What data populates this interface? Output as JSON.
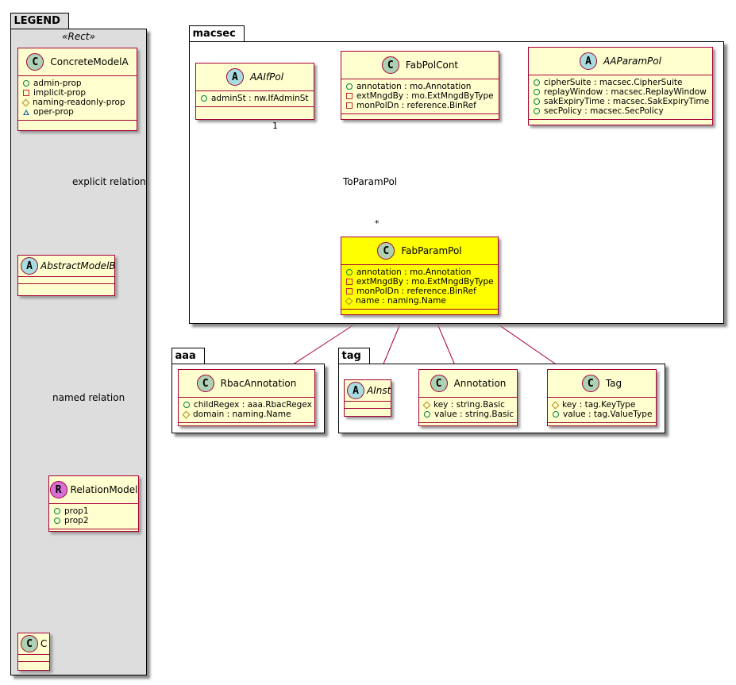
{
  "colors": {
    "border": "#a80036",
    "class_fill": "#fefece",
    "highlight_fill": "#ffff00",
    "legend_bg": "#dddddd"
  },
  "legend": {
    "title": "LEGEND",
    "stereotype": "«Rect»",
    "concrete": {
      "badge": "C",
      "name": "ConcreteModelA",
      "attrs": [
        {
          "vis": "public",
          "text": "admin-prop"
        },
        {
          "vis": "private",
          "text": "implicit-prop"
        },
        {
          "vis": "protected",
          "text": "naming-readonly-prop"
        },
        {
          "vis": "package",
          "text": "oper-prop"
        }
      ]
    },
    "explicit_label": "explicit relation",
    "abstract": {
      "badge": "A",
      "name": "AbstractModelB"
    },
    "named_label": "named relation",
    "relation": {
      "badge": "R",
      "name": "RelationModel",
      "attrs": [
        {
          "vis": "public",
          "text": "prop1"
        },
        {
          "vis": "public",
          "text": "prop2"
        }
      ]
    },
    "c": {
      "badge": "C",
      "name": "C"
    }
  },
  "packages": {
    "macsec": "macsec",
    "aaa": "aaa",
    "tag": "tag"
  },
  "classes": {
    "aaifpol": {
      "badge": "A",
      "name": "AAIfPol",
      "attrs": [
        {
          "vis": "public",
          "text": "adminSt : nw.IfAdminSt"
        }
      ]
    },
    "fabpolcont": {
      "badge": "C",
      "name": "FabPolCont",
      "attrs": [
        {
          "vis": "public",
          "text": "annotation : mo.Annotation"
        },
        {
          "vis": "private",
          "text": "extMngdBy : mo.ExtMngdByType"
        },
        {
          "vis": "private",
          "text": "monPolDn : reference.BinRef"
        }
      ]
    },
    "aaparampol": {
      "badge": "A",
      "name": "AAParamPol",
      "attrs": [
        {
          "vis": "public",
          "text": "cipherSuite : macsec.CipherSuite"
        },
        {
          "vis": "public",
          "text": "replayWindow : macsec.ReplayWindow"
        },
        {
          "vis": "public",
          "text": "sakExpiryTime : macsec.SakExpiryTime"
        },
        {
          "vis": "public",
          "text": "secPolicy : macsec.SecPolicy"
        }
      ]
    },
    "fabparampol": {
      "badge": "C",
      "name": "FabParamPol",
      "attrs": [
        {
          "vis": "public",
          "text": "annotation : mo.Annotation"
        },
        {
          "vis": "private",
          "text": "extMngdBy : mo.ExtMngdByType"
        },
        {
          "vis": "private",
          "text": "monPolDn : reference.BinRef"
        },
        {
          "vis": "protected",
          "text": "name : naming.Name"
        }
      ]
    },
    "rbacannotation": {
      "badge": "C",
      "name": "RbacAnnotation",
      "attrs": [
        {
          "vis": "public",
          "text": "childRegex : aaa.RbacRegex"
        },
        {
          "vis": "protected",
          "text": "domain : naming.Name"
        }
      ]
    },
    "ainst": {
      "badge": "A",
      "name": "AInst"
    },
    "annotation": {
      "badge": "C",
      "name": "Annotation",
      "attrs": [
        {
          "vis": "protected",
          "text": "key : string.Basic"
        },
        {
          "vis": "public",
          "text": "value : string.Basic"
        }
      ]
    },
    "tag": {
      "badge": "C",
      "name": "Tag",
      "attrs": [
        {
          "vis": "protected",
          "text": "key : tag.KeyType"
        },
        {
          "vis": "public",
          "text": "value : tag.ValueType"
        }
      ]
    }
  },
  "relations": {
    "toparampol": {
      "label": "ToParamPol",
      "from_mult": "1",
      "to_mult": "*"
    }
  }
}
